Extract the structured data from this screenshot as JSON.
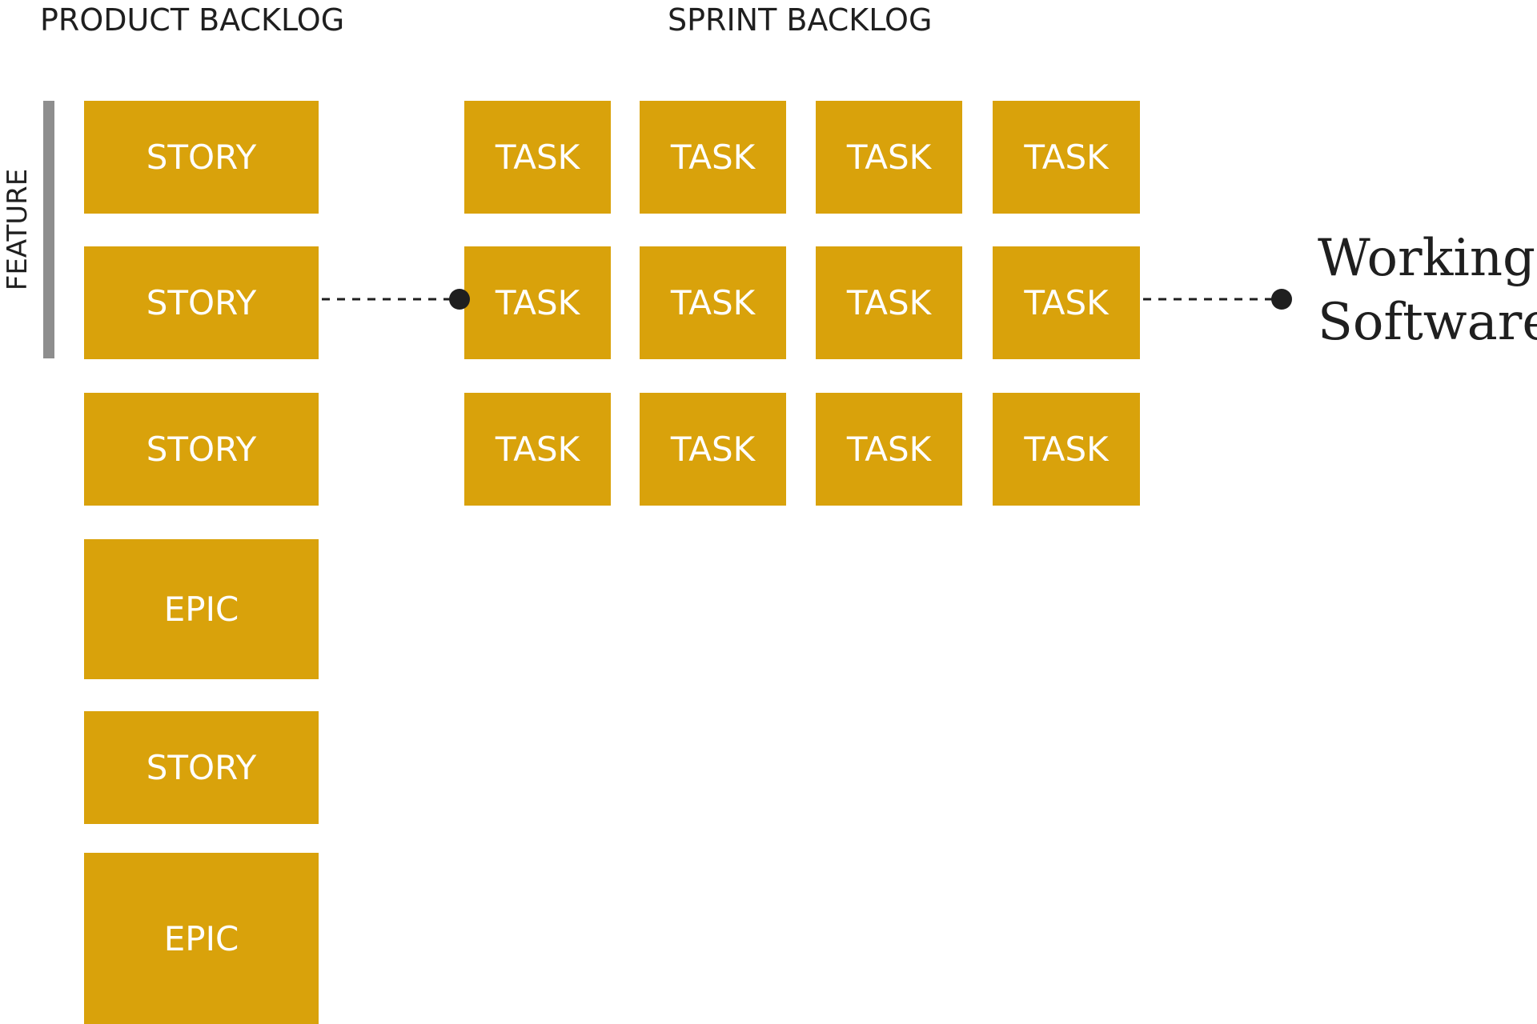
{
  "headings": {
    "product_backlog": "PRODUCT BACKLOG",
    "sprint_backlog": "SPRINT BACKLOG"
  },
  "feature_label": "FEATURE",
  "product_items": [
    {
      "label": "STORY",
      "kind": "story"
    },
    {
      "label": "STORY",
      "kind": "story"
    },
    {
      "label": "STORY",
      "kind": "story"
    },
    {
      "label": "EPIC",
      "kind": "epic"
    },
    {
      "label": "STORY",
      "kind": "story"
    },
    {
      "label": "EPIC",
      "kind": "epic"
    }
  ],
  "sprint_tasks": [
    [
      "TASK",
      "TASK",
      "TASK",
      "TASK"
    ],
    [
      "TASK",
      "TASK",
      "TASK",
      "TASK"
    ],
    [
      "TASK",
      "TASK",
      "TASK",
      "TASK"
    ]
  ],
  "outcome": {
    "line1": "Working",
    "line2": "Software"
  },
  "colors": {
    "card": "#d9a20b",
    "card_text": "#ffffff",
    "feature_bar": "#8e8e8e",
    "connector": "#1f1f1f"
  }
}
